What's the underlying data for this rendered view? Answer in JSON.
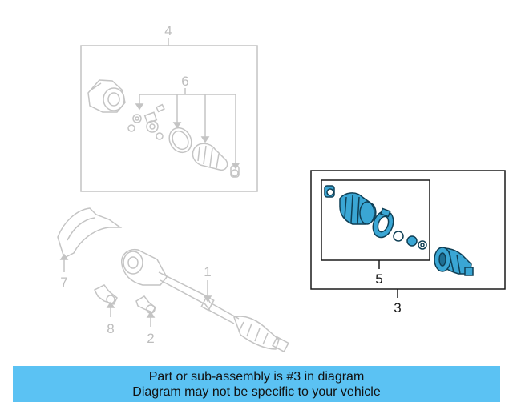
{
  "callouts": {
    "c1": "1",
    "c2": "2",
    "c3": "3",
    "c4": "4",
    "c5": "5",
    "c6": "6",
    "c7": "7",
    "c8": "8"
  },
  "colors": {
    "faded_line": "#c4c4c4",
    "active_line": "#1a1a1a",
    "part_fill": "#3aa6d4",
    "part_stroke": "#0f3f55",
    "banner": "#5bc2f3"
  },
  "banner": {
    "line1": "Part or sub-assembly is #3 in diagram",
    "line2": "Diagram may not be specific to your vehicle"
  }
}
